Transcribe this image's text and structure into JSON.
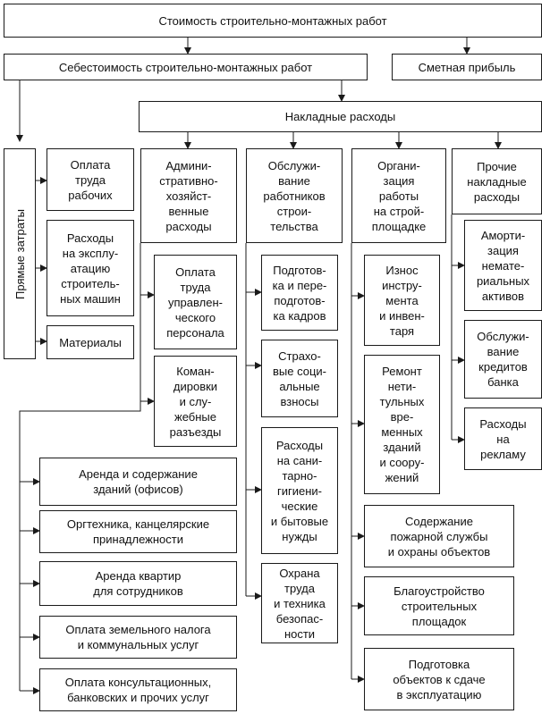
{
  "diagram": {
    "stoimost": "Стоимость строительно-монтажных работ",
    "sebestoimost": "Себестоимость строительно-монтажных работ",
    "pribyl": "Сметная прибыль",
    "nakladnye": "Накладные расходы",
    "pryamye": "Прямые затраты",
    "oplata_truda_rabochih": "Оплата\nтруда\nрабочих",
    "ekspluataciya_mashin": "Расходы\nна эксплу-\nатацию\nстроитель-\nных машин",
    "materialy": "Материалы",
    "admin": "Админи-\nстративно-\nхозяйст-\nвенные\nрасходы",
    "obsluzhivanie_rabotnikov": "Обслужи-\nвание\nработников\nстрои-\nтельства",
    "organizaciya": "Органи-\nзация\nработы\nна строй-\nплощадке",
    "prochie": "Прочие\nнакладные\nрасходы",
    "oplata_upr": "Оплата\nтруда\nуправлен-\nческого\nперсонала",
    "komandirovki": "Коман-\nдировки\nи слу-\nжебные\nразъезды",
    "arenda_zdaniy": "Аренда и содержание\nзданий (офисов)",
    "orgtehnika": "Оргтехника, канцелярские\nпринадлежности",
    "arenda_kvartir": "Аренда квартир\nдля сотрудников",
    "zemelny_nalog": "Оплата земельного налога\nи коммунальных услуг",
    "konsultacii": "Оплата консультационных,\nбанковских и прочих услуг",
    "podgotovka_kadrov": "Подготов-\nка и пере-\nподготов-\nка кадров",
    "strahovye": "Страхо-\nвые соци-\nальные\nвзносы",
    "sanitarno": "Расходы\nна сани-\nтарно-\nгигиени-\nческие\nи бытовые\nнужды",
    "ohrana_truda": "Охрана\nтруда\nи техника\nбезопас-\nности",
    "iznos": "Износ\nинстру-\nмента\nи инвен-\nтаря",
    "remont": "Ремонт\nнети-\nтульных\nвре-\nменных\nзданий\nи соору-\nжений",
    "pozharnaya": "Содержание\nпожарной службы\nи охраны объектов",
    "blagoustroystvo": "Благоустройство\nстроительных\nплощадок",
    "podgotovka_obektov": "Подготовка\nобъектов к сдаче\nв эксплуатацию",
    "amortizaciya": "Аморти-\nзация\nнемате-\nриальных\nактивов",
    "kredity": "Обслужи-\nвание\nкредитов\nбанка",
    "reklama": "Расходы\nна\nрекламу"
  }
}
